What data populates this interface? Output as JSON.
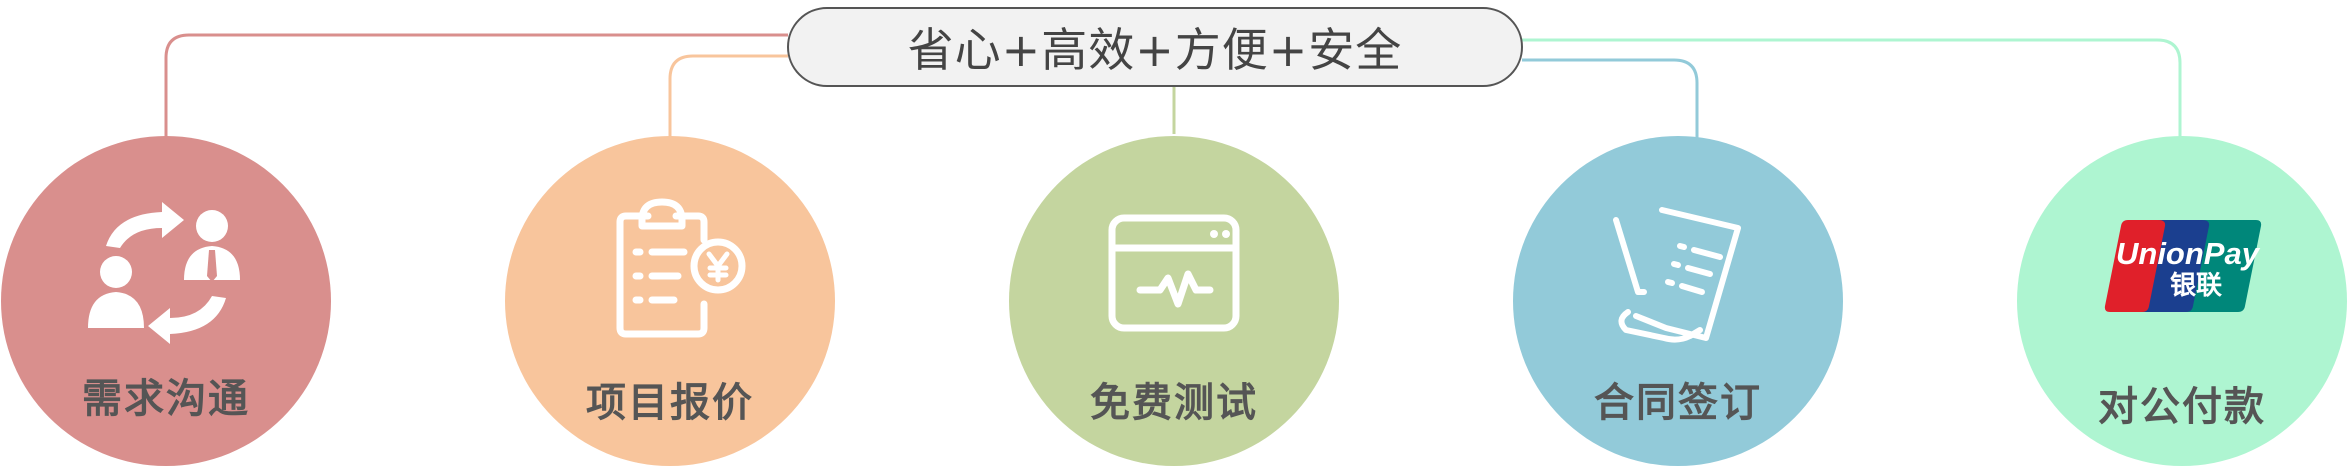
{
  "header": {
    "title": "省心+高效+方便+安全"
  },
  "steps": [
    {
      "label": "需求沟通",
      "color": "#d98f8d",
      "line_color": "#d98f8d",
      "icon": "people-exchange-icon"
    },
    {
      "label": "项目报价",
      "color": "#f8c59c",
      "line_color": "#f8c59c",
      "icon": "clipboard-yuan-icon"
    },
    {
      "label": "免费测试",
      "color": "#c4d59f",
      "line_color": "#c4d59f",
      "icon": "browser-pulse-icon"
    },
    {
      "label": "合同签订",
      "color": "#92cad9",
      "line_color": "#92cad9",
      "icon": "contract-pen-icon"
    },
    {
      "label": "对公付款",
      "color": "#aef5d1",
      "line_color": "#aef5d1",
      "icon": "unionpay-icon"
    }
  ],
  "unionpay": {
    "brand_en": "UnionPay",
    "brand_cn": "银联"
  }
}
